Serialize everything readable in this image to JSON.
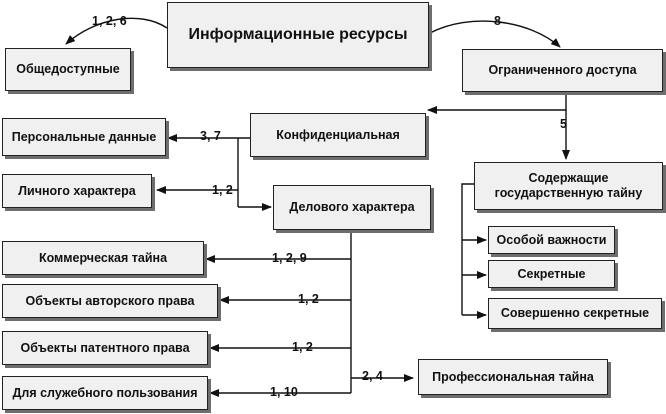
{
  "nodes": {
    "root": "Информационные ресурсы",
    "public": "Общедоступные",
    "restricted": "Ограниченного доступа",
    "confidential": "Конфиденциальная",
    "state_secret": "Содержащие государственную тайну",
    "personal_data": "Персональные данные",
    "personal_nature": "Личного характера",
    "business": "Делового характера",
    "special_importance": "Особой важности",
    "secret": "Секретные",
    "top_secret": "Совершенно секретные",
    "commercial_secret": "Коммерческая тайна",
    "copyright": "Объекты авторского права",
    "patent": "Объекты патентного права",
    "official_use": "Для служебного пользования",
    "professional_secret": "Профессиональная тайна"
  },
  "edge_labels": {
    "root_public": "1, 2, 6",
    "root_restricted": "8",
    "restricted_state": "5",
    "confidential_personal_data": "3, 7",
    "confidential_personal_nature": "1, 2",
    "business_commercial": "1, 2, 9",
    "business_copyright": "1, 2",
    "business_patent": "1, 2",
    "business_professional": "2, 4",
    "business_official": "1, 10"
  }
}
